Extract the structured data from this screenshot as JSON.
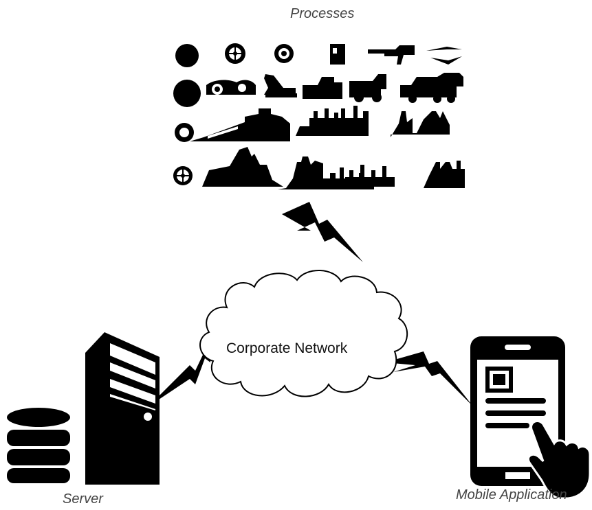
{
  "labels": {
    "processes": "Processes",
    "network": "Corporate Network",
    "server": "Server",
    "mobile": "Mobile Application"
  },
  "icons": {
    "processes": [
      "saw-blade-icon",
      "gear-wheel-icon",
      "gear-icon",
      "barrel-icon",
      "drill-icon",
      "wrench-icon",
      "saw-blade-icon",
      "mining-machine-icon",
      "excavator-icon",
      "bulldozer-icon",
      "dump-truck-icon",
      "mixer-truck-icon",
      "gear-icon",
      "conveyor-plant-icon",
      "refinery-icon",
      "blast-furnace-icon",
      "gear-wheel-icon",
      "blast-furnace-icon",
      "factory-icon",
      "refinery-icon",
      "factory-icon"
    ]
  },
  "colors": {
    "ink": "#000000",
    "label": "#444444",
    "background": "#ffffff"
  }
}
